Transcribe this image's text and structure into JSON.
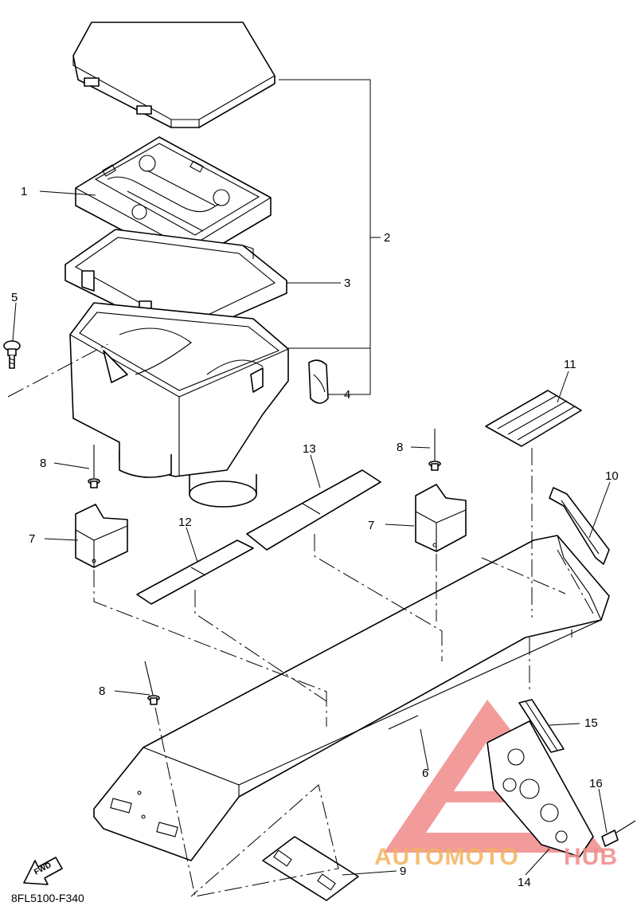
{
  "callouts": [
    {
      "id": "c1",
      "label": "1"
    },
    {
      "id": "c2",
      "label": "2"
    },
    {
      "id": "c3",
      "label": "3"
    },
    {
      "id": "c4",
      "label": "4"
    },
    {
      "id": "c5",
      "label": "5"
    },
    {
      "id": "c6",
      "label": "6"
    },
    {
      "id": "c7a",
      "label": "7"
    },
    {
      "id": "c7b",
      "label": "7"
    },
    {
      "id": "c8a",
      "label": "8"
    },
    {
      "id": "c8b",
      "label": "8"
    },
    {
      "id": "c8c",
      "label": "8"
    },
    {
      "id": "c9",
      "label": "9"
    },
    {
      "id": "c10",
      "label": "10"
    },
    {
      "id": "c11",
      "label": "11"
    },
    {
      "id": "c12",
      "label": "12"
    },
    {
      "id": "c13",
      "label": "13"
    },
    {
      "id": "c14",
      "label": "14"
    },
    {
      "id": "c15",
      "label": "15"
    },
    {
      "id": "c16",
      "label": "16"
    }
  ],
  "diagram_code": "8FL5100-F340",
  "fwd_label": "FWD",
  "watermark": {
    "text_part1": "AUTOMOTO",
    "text_part2": "HUB",
    "color_primary": "#f08a8a",
    "color_secondary": "#f3b35d"
  }
}
